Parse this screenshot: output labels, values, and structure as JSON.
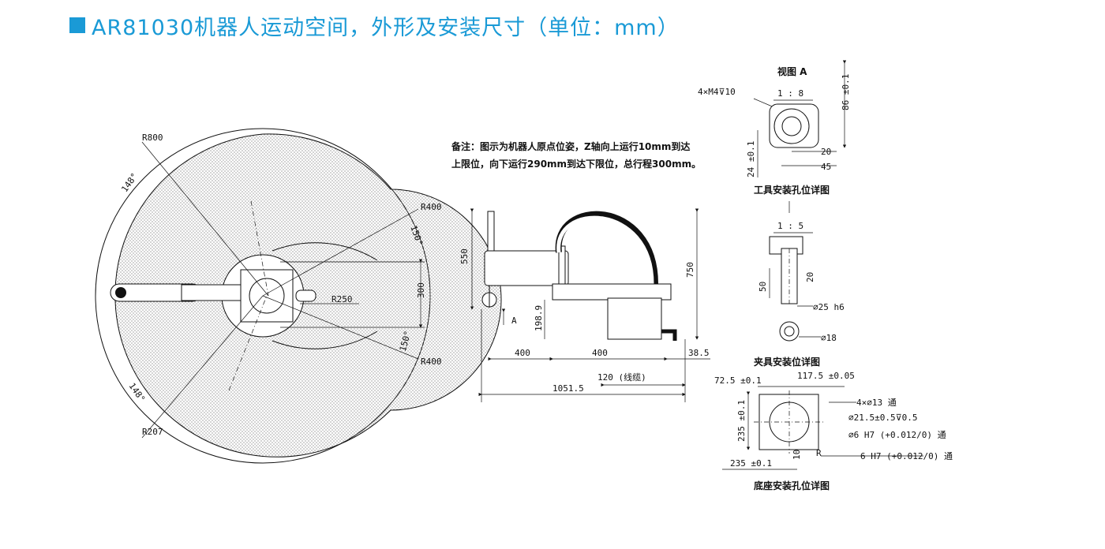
{
  "title": "AR81030机器人运动空间，外形及安装尺寸（单位：mm）",
  "accent_color": "#1a9ad6",
  "note": {
    "line1": "备注：图示为机器人原点位姿，Z轴向上运行10mm到达",
    "line2": "上限位，向下运行290mm到达下限位，总行程300mm。"
  },
  "workspace": {
    "r800": "R800",
    "r400_top": "R400",
    "r400_bottom": "R400",
    "r250": "R250",
    "r207": "R207",
    "angle_148_top": "148°",
    "angle_148_bottom": "148°",
    "angle_150_top": "150°",
    "angle_150_bottom": "150°",
    "dim_300": "300"
  },
  "side_view": {
    "dim_550": "550",
    "dim_750": "750",
    "dim_198_9": "198.9",
    "dim_400_a": "400",
    "dim_400_b": "400",
    "dim_38_5": "38.5",
    "dim_120": "120 (线缆)",
    "dim_1051_5": "1051.5",
    "arrow_a": "A"
  },
  "tool_detail": {
    "view_label": "视图 A",
    "scale": "1 : 8",
    "thread": "4×M4⊽10",
    "dim_86": "86 ±0.1",
    "dim_24": "24 ±0.1",
    "dim_20": "20",
    "dim_45": "45",
    "caption": "工具安装孔位详图"
  },
  "fixture_detail": {
    "scale": "1 : 5",
    "dim_50": "50",
    "dim_20": "20",
    "dia_25": "⌀25 h6",
    "dia_18": "⌀18",
    "caption": "夹具安装位详图"
  },
  "base_detail": {
    "dim_72_5": "72.5 ±0.1",
    "dim_117_5": "117.5 ±0.05",
    "holes_13": "4×⌀13 通",
    "cbore": "⌀21.5±0.5⊽0.5",
    "pin_6_a": "⌀6 H7 (+0.012/0) 通",
    "pin_6_b": "6 H7 (+0.012/0) 通",
    "dim_235_v": "235 ±0.1",
    "dim_235_h": "235 ±0.1",
    "dim_10": "10",
    "label_r": "R",
    "caption": "底座安装孔位详图"
  }
}
